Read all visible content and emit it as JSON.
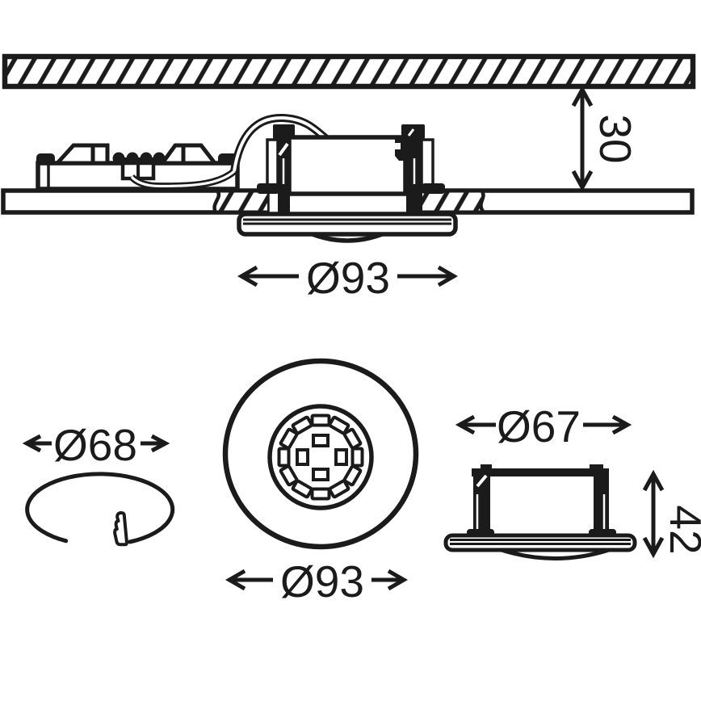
{
  "drawing": {
    "type": "technical-dimension-drawing",
    "subject": "recessed-downlight-installation",
    "background": "#ffffff",
    "line_color": "#1b1b1b",
    "section_view": {
      "recess_depth_label": "30",
      "bezel_diameter_label": "Ø93"
    },
    "cutout_view": {
      "cutout_diameter_label": "Ø68"
    },
    "front_view": {
      "bezel_diameter_label": "Ø93"
    },
    "side_view": {
      "housing_diameter_label": "Ø67",
      "overall_height_label": "42"
    }
  }
}
